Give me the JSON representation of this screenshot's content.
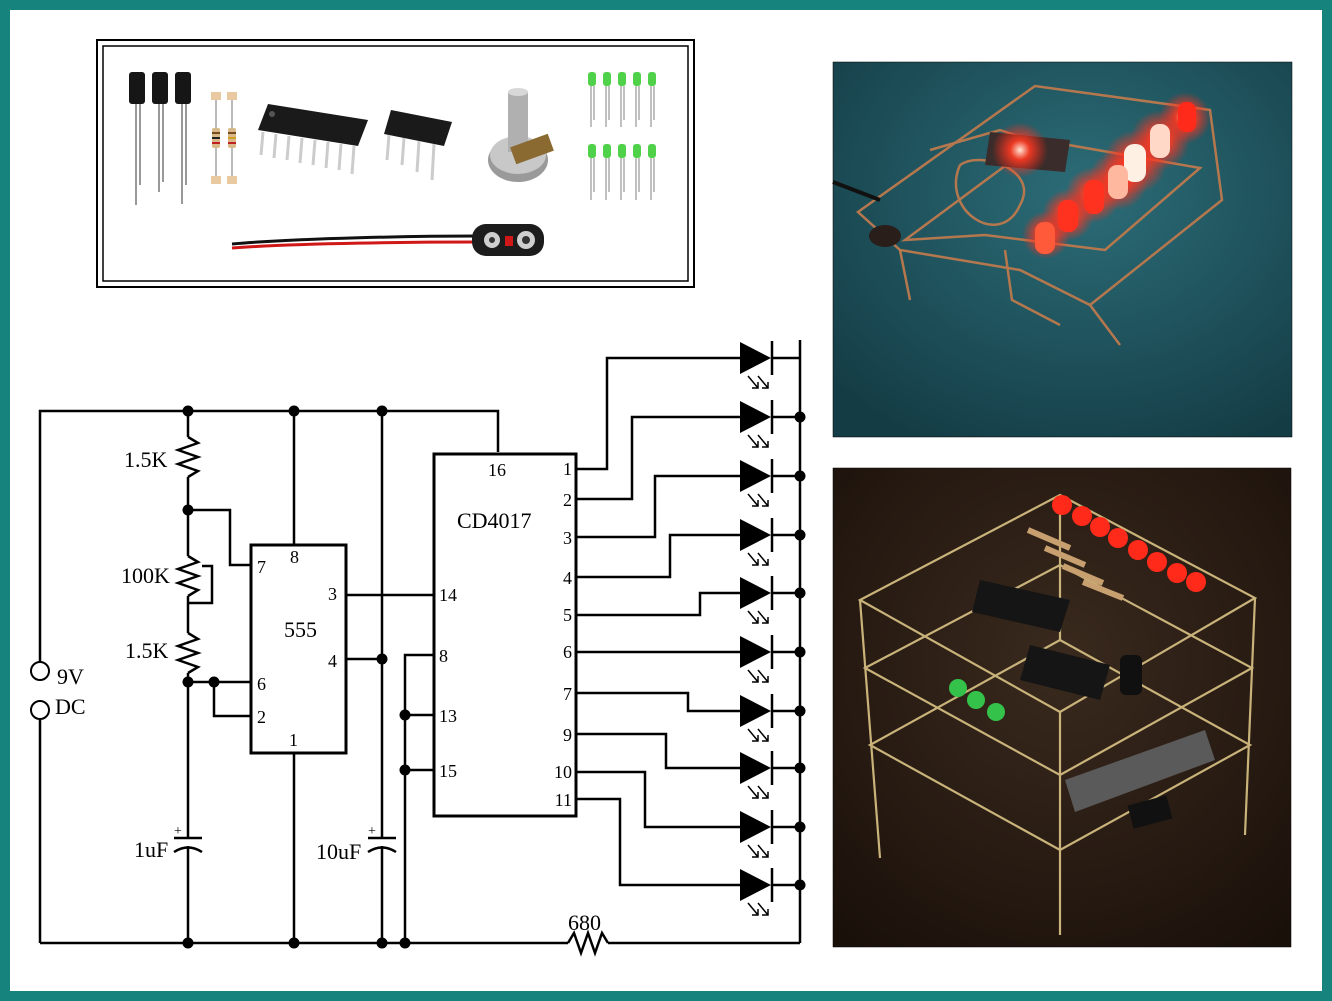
{
  "colors": {
    "frame": "#17837d",
    "wire": "#000000",
    "photo1_bg": "#1f5560",
    "photo2_bg": "#2a1c14",
    "led_red": "#ff2a1a",
    "led_green": "#35c24a"
  },
  "parts_panel": {
    "items": [
      "capacitor-icon",
      "resistor-icon",
      "ic-16pin-icon",
      "ic-8pin-icon",
      "potentiometer-icon",
      "green-led-icon",
      "battery-clip-icon"
    ]
  },
  "schematic": {
    "power": {
      "voltage": "9V",
      "type": "DC"
    },
    "resistors": {
      "r1": "1.5K",
      "pot": "100K",
      "r2": "1.5K",
      "r_led": "680"
    },
    "capacitors": {
      "c1": "1uF",
      "c2": "10uF",
      "polarity": "+"
    },
    "timer": {
      "name": "555",
      "pins": {
        "p7": "7",
        "p8": "8",
        "p3": "3",
        "p4": "4",
        "p6": "6",
        "p2": "2",
        "p1": "1"
      }
    },
    "counter": {
      "name": "CD4017",
      "pins": {
        "p16": "16",
        "p14": "14",
        "p8": "8",
        "p13": "13",
        "p15": "15"
      },
      "outputs": [
        "1",
        "2",
        "3",
        "4",
        "5",
        "6",
        "7",
        "9",
        "10",
        "11"
      ]
    }
  }
}
